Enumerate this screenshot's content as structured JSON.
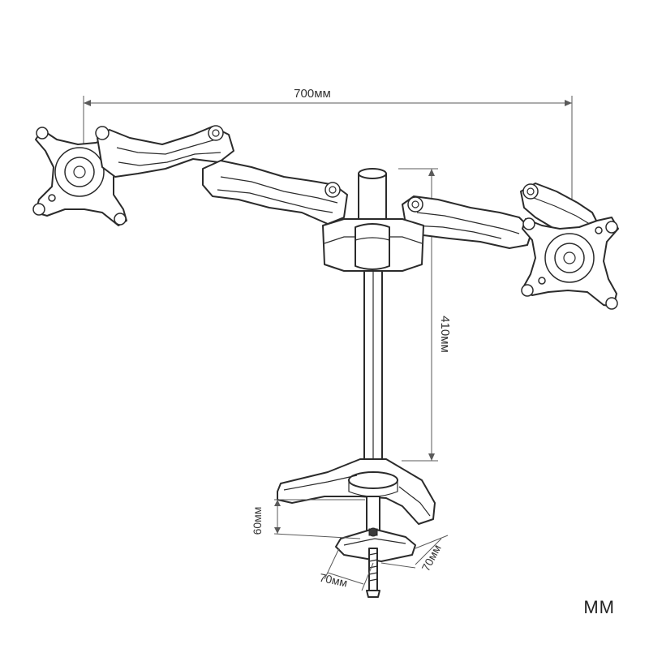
{
  "dimensions": {
    "width_label": "700мм",
    "height_label": "410мм",
    "clamp_height_label": "60мм",
    "clamp_width_label": "70мм",
    "clamp_depth_label": "70мм"
  },
  "brand": "MM"
}
